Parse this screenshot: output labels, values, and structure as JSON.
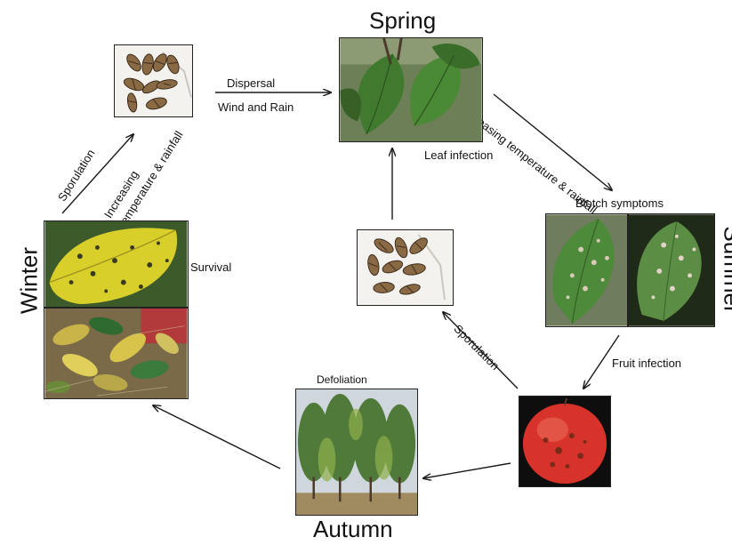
{
  "seasons": {
    "spring": "Spring",
    "summer": "Summer",
    "autumn": "Autumn",
    "winter": "Winter"
  },
  "labels": {
    "dispersal": "Dispersal",
    "wind_rain": "Wind and Rain",
    "leaf_infection": "Leaf infection",
    "increasing_temp_rainfall_top": "Increasing temperature & rainfall",
    "blotch_symptoms": "Blotch symptoms",
    "fruit_infection": "Fruit infection",
    "sporulation_right": "Sporulation",
    "defoliation": "Defoliation",
    "survival": "Survival",
    "sporulation_left": "Sporulation",
    "increasing_left_line1": "Increasing",
    "increasing_left_line2": "temperature & rainfall"
  },
  "images": {
    "spores_top": "spore-cluster-micrograph",
    "spring_leaf": "green-apple-leaves-photo",
    "blotch_leaf_1": "blotched-leaf-photo",
    "blotch_leaf_2": "blotched-leaf-photo-dark",
    "fruit": "infected-red-apple-photo",
    "orchard": "defoliated-orchard-photo",
    "spores_center": "spore-cluster-micrograph",
    "winter_leaf": "yellow-spotted-leaf-photo",
    "leaf_litter": "fallen-leaf-litter-photo"
  },
  "colors": {
    "arrow": "#1a1a1a",
    "spore_fill": "#8a6a44",
    "spore_band": "#3b2a1a",
    "leaf_green": "#3f7a2e",
    "leaf_yellow": "#d8cf2a",
    "apple_red": "#d8332a"
  }
}
